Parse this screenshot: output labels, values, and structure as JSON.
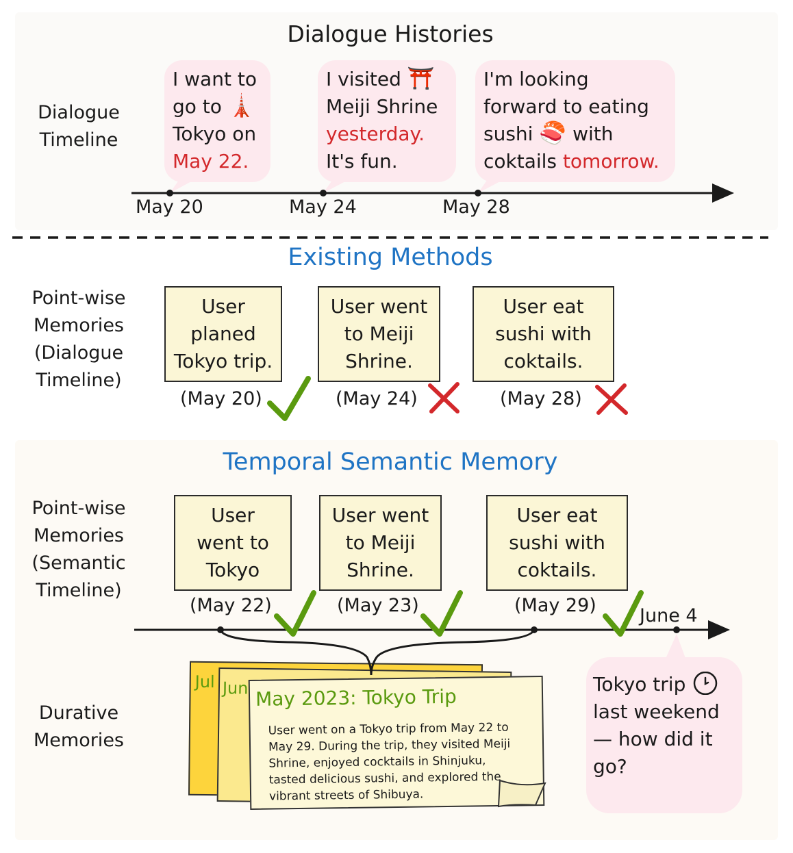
{
  "top": {
    "title": "Dialogue  Histories",
    "side_label": [
      "Dialogue",
      "Timeline"
    ],
    "dates": [
      "May 20",
      "May 24",
      "May 28"
    ],
    "bubbles": [
      {
        "lines": [
          "I want to",
          "go to",
          "Tokyo on"
        ],
        "red": "May 22.",
        "emoji": "🗼"
      },
      {
        "lines": [
          "I visited",
          "Meiji Shrine"
        ],
        "red": "yesterday.",
        "after": "It's fun.",
        "emoji": "⛩️"
      },
      {
        "lines": [
          "I'm looking",
          "forward to eating",
          "sushi",
          "with",
          "coktails"
        ],
        "red": "tomorrow.",
        "emoji": "🍣"
      }
    ]
  },
  "existing": {
    "title": "Existing Methods",
    "side_label": [
      "Point-wise",
      "Memories",
      "(Dialogue",
      "Timeline)"
    ],
    "notes": [
      {
        "lines": [
          "User",
          "planed",
          "Tokyo trip."
        ],
        "date": "(May 20)",
        "mark": "check"
      },
      {
        "lines": [
          "User went",
          "to Meiji",
          "Shrine."
        ],
        "date": "(May 24)",
        "mark": "cross"
      },
      {
        "lines": [
          "User eat",
          "sushi with",
          "coktails."
        ],
        "date": "(May 28)",
        "mark": "cross"
      }
    ]
  },
  "temporal": {
    "title": "Temporal Semantic Memory",
    "side_label": [
      "Point-wise",
      "Memories",
      "(Semantic",
      "Timeline)"
    ],
    "notes": [
      {
        "lines": [
          "User",
          "went to",
          "Tokyo"
        ],
        "date": "(May 22)"
      },
      {
        "lines": [
          "User went",
          "to Meiji",
          "Shrine."
        ],
        "date": "(May 23)"
      },
      {
        "lines": [
          "User eat",
          "sushi with",
          "coktails."
        ],
        "date": "(May 29)"
      }
    ],
    "query_date": "June 4",
    "query_lines": [
      "Tokyo trip",
      "last weekend",
      "— how did it",
      "go?"
    ],
    "durative_label": [
      "Durative",
      "Memories"
    ],
    "cards_back": [
      "Jul",
      "Jun"
    ],
    "card_title": "May 2023: Tokyo Trip",
    "card_body": [
      "User went on a Tokyo trip from May 22 to",
      "May 29. During the trip, they visited Meiji",
      "Shrine, enjoyed cocktails in Shinjuku,",
      "tasted delicious sushi, and explored the",
      "vibrant streets of Shibuya."
    ]
  },
  "colors": {
    "accent_blue": "#1f74c4",
    "red": "#d3282b",
    "green": "#5a9a0f",
    "bubble": "#fde9ee",
    "note": "#fbf6d6"
  }
}
